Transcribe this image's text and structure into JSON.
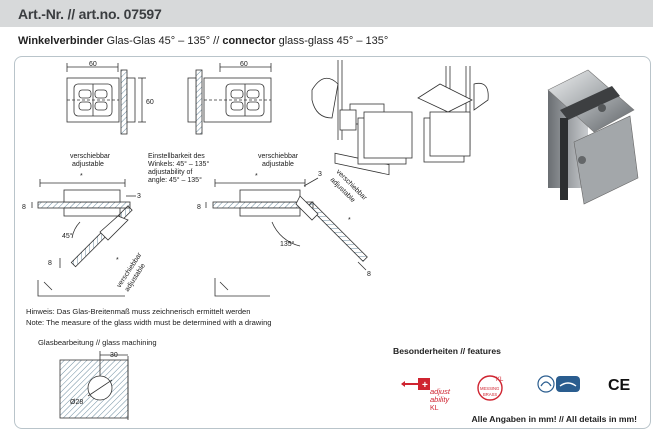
{
  "header": {
    "title": "Art.-Nr. // art.no. 07597"
  },
  "subtitle": {
    "bold_de": "Winkelverbinder",
    "normal_de": " Glas-Glas 45° – 135° // ",
    "bold_en": "connector",
    "normal_en": " glass-glass 45° – 135°"
  },
  "drawing": {
    "dim_60": "60",
    "dim_8": "8",
    "dim_3": "3",
    "angle_45": "45°",
    "angle_135": "135°",
    "adjustable_de": "verschiebbar",
    "adjustable_en": "adjustable",
    "adjustability_de_1": "Einstellbarkeit des",
    "adjustability_de_2": "Winkels: 45° – 135°",
    "adjustability_en_1": "adjustability of",
    "adjustability_en_2": "angle: 45° – 135°",
    "asterisk": "*"
  },
  "notes": {
    "de": "Hinweis: Das Glas-Breitenmaß muss zeichnerisch ermittelt werden",
    "en": "Note: The measure of the glass width must be determined with a drawing"
  },
  "machining": {
    "title": "Glasbearbeitung // glass machining",
    "dim_30": "30",
    "dim_28": "Ø28"
  },
  "features": {
    "title": "Besonderheiten // features",
    "adjust_1": "adjust",
    "adjust_2": "ability",
    "adjust_3": "KL",
    "brass_1": "KL",
    "brass_2": "MESSING",
    "brass_3": "BRASS",
    "ce": "CE"
  },
  "footer": "Alle Angaben in mm! // All details in mm!"
}
